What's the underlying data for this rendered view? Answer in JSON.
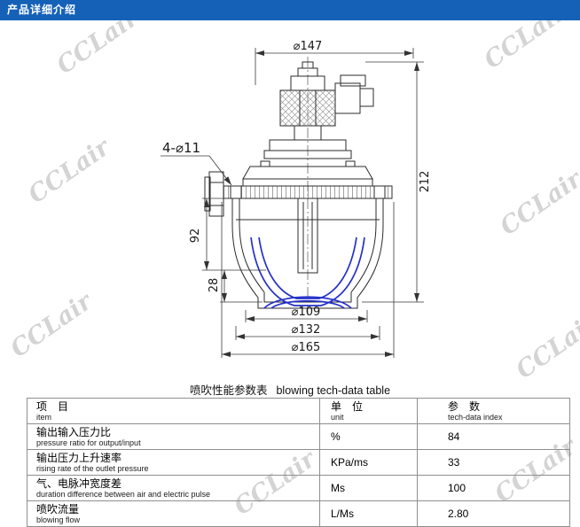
{
  "header": {
    "title": "产品详细介绍"
  },
  "watermark": {
    "text": "CCLair"
  },
  "drawing": {
    "dims": {
      "top_diameter": "⌀147",
      "overall_height": "212",
      "body_height": "92",
      "outlet_height": "28",
      "bottom_inner_diameter": "⌀109",
      "bolt_circle_diameter": "⌀132",
      "flange_diameter": "⌀165",
      "bolt_holes": "4-⌀11"
    }
  },
  "table_caption": {
    "zh": "喷吹性能参数表",
    "en": "blowing tech-data table"
  },
  "table": {
    "headers": {
      "item_zh": "项　目",
      "item_en": "item",
      "unit_zh": "单　位",
      "unit_en": "unit",
      "value_zh": "参　数",
      "value_en": "tech-data index"
    },
    "rows": [
      {
        "zh": "输出输入压力比",
        "en": "pressure ratio for output/input",
        "unit": "%",
        "value": "84"
      },
      {
        "zh": "输出压力上升速率",
        "en": "rising rate of the outlet pressure",
        "unit": "KPa/ms",
        "value": "33"
      },
      {
        "zh": "气、电脉冲宽度差",
        "en": "duration difference between air and electric pulse",
        "unit": "Ms",
        "value": "100"
      },
      {
        "zh": "喷吹流量",
        "en": "blowing flow",
        "unit": "L/Ms",
        "value": "2.80"
      }
    ]
  }
}
